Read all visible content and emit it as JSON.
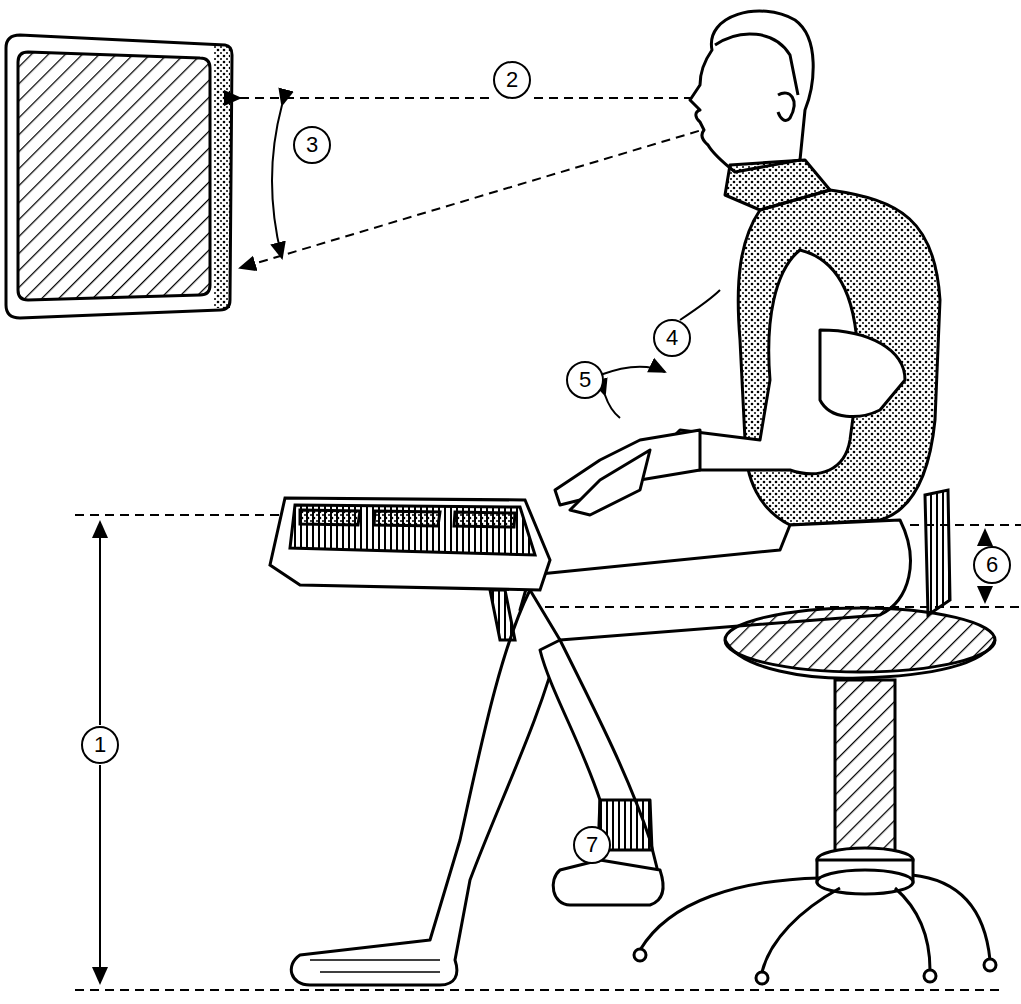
{
  "diagram": {
    "labels": [
      "2",
      "3",
      "4",
      "5",
      "6",
      "1",
      "7"
    ]
  }
}
